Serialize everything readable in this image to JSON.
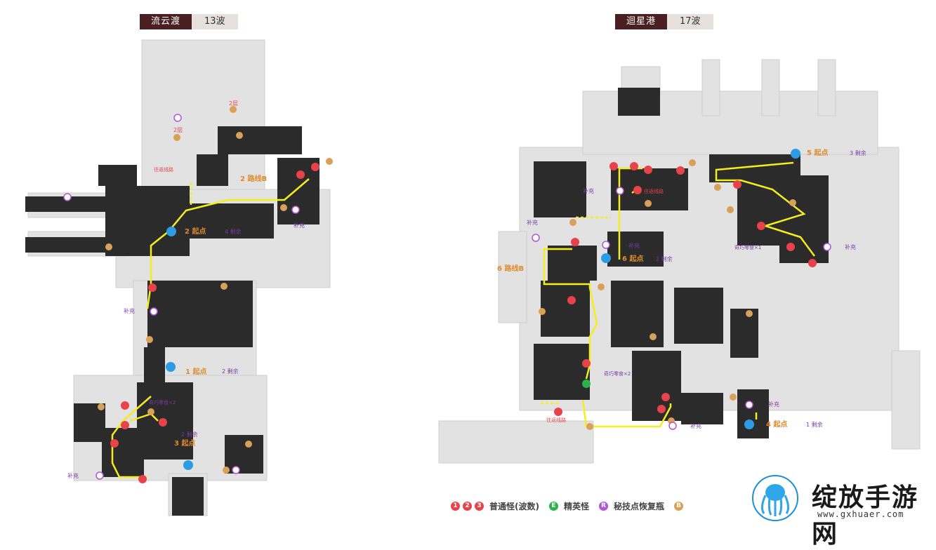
{
  "left_map": {
    "name": "流云渡",
    "waves": "13波",
    "labels": {
      "route_b": "2 路线B",
      "start2": "2 起点",
      "start2_remain": "4 剩余",
      "start1": "1 起点",
      "start1_remain": "2 剩余",
      "start3": "3 起点",
      "start3_remain": "2 剩余",
      "supply": "补充",
      "trick": "奇巧零食×2",
      "floor2": "2层",
      "to_route_b": "往返线路"
    }
  },
  "right_map": {
    "name": "迴星港",
    "waves": "17波",
    "labels": {
      "start5": "5 起点",
      "start5_remain": "3 剩余",
      "start6": "6 起点",
      "start6_remain": "2 剩余",
      "start4": "4 起点",
      "start4_remain": "1 剩余",
      "route_b": "6 路线B",
      "supply": "补充",
      "trick1": "奇巧零食×1",
      "trick2": "奇巧零食×2",
      "to_route": "往返线路"
    }
  },
  "legend": {
    "normal": "普通怪(波数)",
    "elite": "精英怪",
    "restore": "秘技点恢复瓶",
    "b_marker": "B",
    "elite_marker": "E",
    "restore_marker": "R",
    "n1": "1",
    "n2": "2",
    "n3": "3"
  },
  "watermark": {
    "text": "绽放手游网",
    "url": "www.gxhuaer.com"
  },
  "colors": {
    "title_bg": "#4a1f22",
    "normal": "#e8424a",
    "elite": "#2db34a",
    "restore": "#b056d8",
    "b_marker": "#d9a05a",
    "route": "#f4ee1f",
    "wall": "#2a2a2a",
    "floor": "#e3e3e3"
  }
}
